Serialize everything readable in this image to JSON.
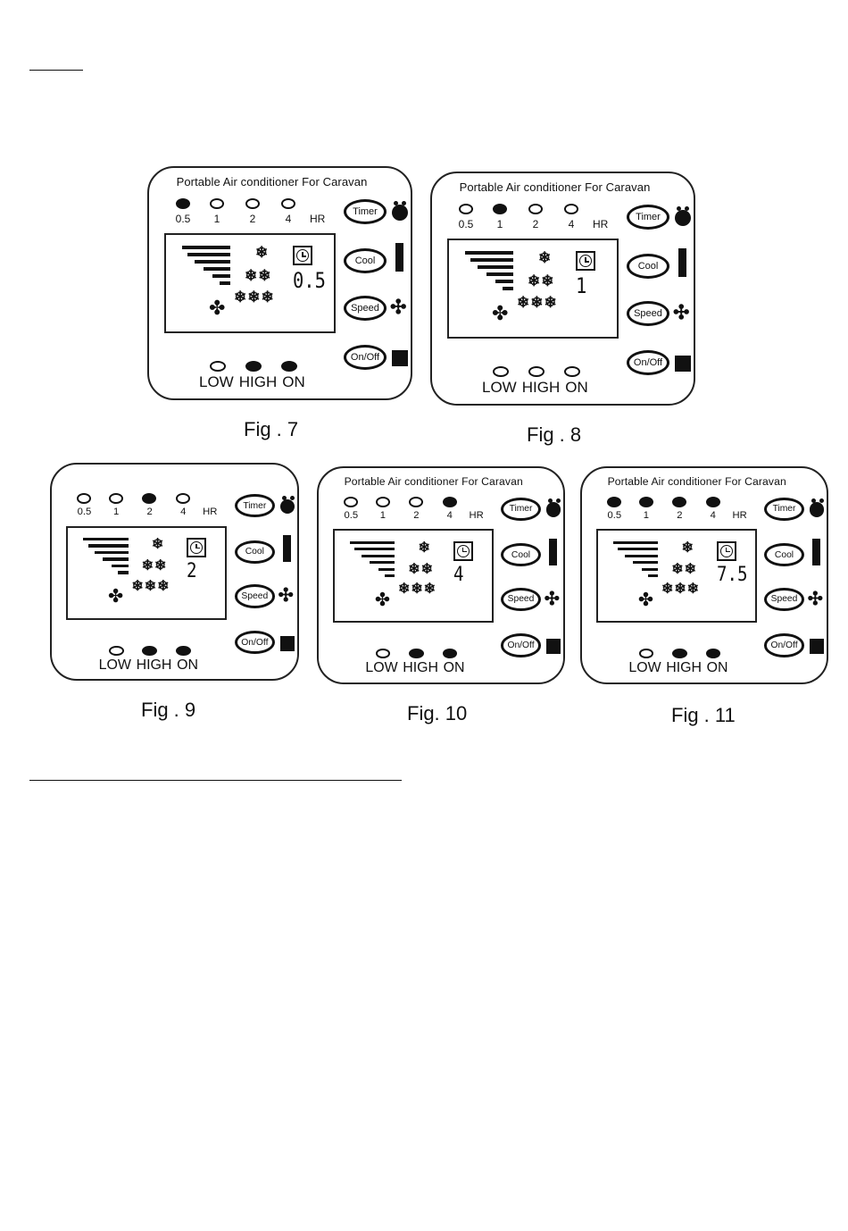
{
  "panel_title": "Portable Air conditioner For Caravan",
  "timer_labels": [
    "0.5",
    "1",
    "2",
    "4"
  ],
  "hr_label": "HR",
  "buttons": {
    "timer": "Timer",
    "cool": "Cool",
    "speed": "Speed",
    "onoff": "On/Off"
  },
  "bottom_labels": [
    "LOW",
    "HIGH",
    "ON"
  ],
  "lcd_snow": [
    "❄",
    "❄❄",
    "❄❄❄"
  ],
  "figures": [
    {
      "caption": "Fig . 7",
      "digits": "0.5",
      "timer_on": [
        true,
        false,
        false,
        false
      ],
      "show_title": true,
      "bottom_on": [
        false,
        true,
        true
      ]
    },
    {
      "caption": "Fig . 8",
      "digits": "1",
      "timer_on": [
        false,
        true,
        false,
        false
      ],
      "show_title": true,
      "bottom_on": [
        false,
        false,
        false
      ]
    },
    {
      "caption": "Fig . 9",
      "digits": "2",
      "timer_on": [
        false,
        false,
        true,
        false
      ],
      "show_title": false,
      "bottom_on": [
        false,
        true,
        true
      ]
    },
    {
      "caption": "Fig. 10",
      "digits": "4",
      "timer_on": [
        false,
        false,
        false,
        true
      ],
      "show_title": true,
      "bottom_on": [
        false,
        true,
        true
      ]
    },
    {
      "caption": "Fig . 11",
      "digits": "7.5",
      "timer_on": [
        true,
        true,
        true,
        true
      ],
      "show_title": true,
      "bottom_on": [
        false,
        true,
        true
      ]
    }
  ]
}
